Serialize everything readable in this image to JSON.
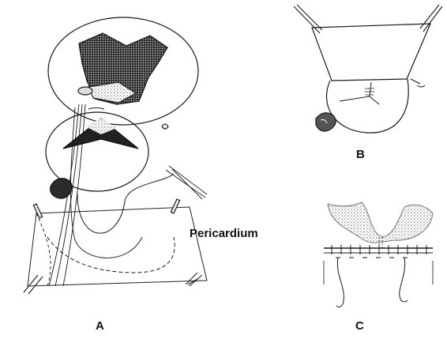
{
  "labels": {
    "panel_a": "A",
    "panel_b": "B",
    "panel_c": "C",
    "pericardium": "Pericardium"
  },
  "colors": {
    "ink": "#1a1a1a",
    "fill_dark": "#2b2b2b",
    "stipple": "#8a8a8a"
  }
}
